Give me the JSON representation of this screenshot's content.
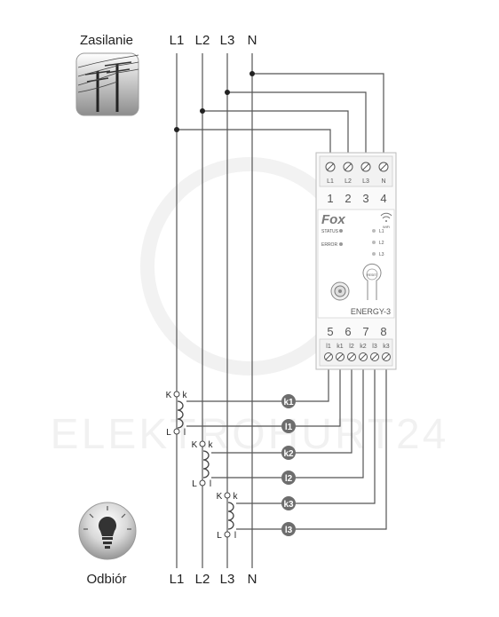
{
  "top": {
    "supply_label": "Zasilanie",
    "lines": [
      "L1",
      "L2",
      "L3",
      "N"
    ]
  },
  "bottom": {
    "load_label": "Odbiór",
    "lines": [
      "L1",
      "L2",
      "L3",
      "N"
    ]
  },
  "device": {
    "brand": "Fox",
    "model": "ENERGY-3",
    "top_terminals": [
      "L1",
      "L2",
      "L3",
      "N"
    ],
    "top_numbers": [
      "1",
      "2",
      "3",
      "4"
    ],
    "bottom_numbers": [
      "5",
      "6",
      "7",
      "8"
    ],
    "bottom_terminals": [
      "l1",
      "k1",
      "l2",
      "k2",
      "l3",
      "k3"
    ],
    "status_label": "STATUS",
    "error_label": "ERROR",
    "phase_leds": [
      "L1",
      "L2",
      "L3"
    ],
    "wifi_label": "WiFi",
    "reset_label": "RESET"
  },
  "ct_wires": [
    "k1",
    "l1",
    "k2",
    "l2",
    "k3",
    "l3"
  ],
  "ct_coils": [
    {
      "k_upper": "K",
      "k_lower": "k",
      "l_upper": "L",
      "l_lower": "l"
    },
    {
      "k_upper": "K",
      "k_lower": "k",
      "l_upper": "L",
      "l_lower": "l"
    },
    {
      "k_upper": "K",
      "k_lower": "k",
      "l_upper": "L",
      "l_lower": "l"
    }
  ],
  "watermark": "ELEKTROHURT24",
  "colors": {
    "wire": "#555555",
    "badge": "#6d6d6d",
    "device_border": "#bbbbbb",
    "icon_bg": "#8a8a8a"
  }
}
